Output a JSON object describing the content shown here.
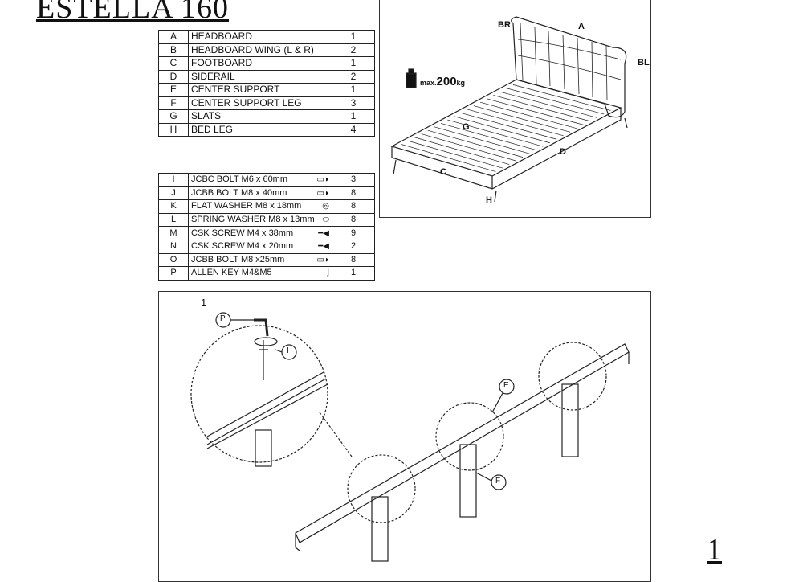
{
  "title": "ESTELLA 160",
  "page_number": "1",
  "parts": [
    {
      "key": "A",
      "name": "HEADBOARD",
      "qty": "1"
    },
    {
      "key": "B",
      "name": "HEADBOARD WING (L & R)",
      "qty": "2"
    },
    {
      "key": "C",
      "name": "FOOTBOARD",
      "qty": "1"
    },
    {
      "key": "D",
      "name": "SIDERAIL",
      "qty": "2"
    },
    {
      "key": "E",
      "name": "CENTER SUPPORT",
      "qty": "1"
    },
    {
      "key": "F",
      "name": "CENTER SUPPORT LEG",
      "qty": "3"
    },
    {
      "key": "G",
      "name": "SLATS",
      "qty": "1"
    },
    {
      "key": "H",
      "name": "BED LEG",
      "qty": "4"
    }
  ],
  "hardware": [
    {
      "key": "I",
      "name": "JCBC BOLT M6 x 60mm",
      "qty": "3",
      "icon": "bolt-icon"
    },
    {
      "key": "J",
      "name": "JCBB BOLT M8 x 40mm",
      "qty": "8",
      "icon": "bolt-icon"
    },
    {
      "key": "K",
      "name": "FLAT WASHER M8 x 18mm",
      "qty": "8",
      "icon": "washer-icon"
    },
    {
      "key": "L",
      "name": "SPRING WASHER M8 x 13mm",
      "qty": "8",
      "icon": "spring-washer-icon"
    },
    {
      "key": "M",
      "name": "CSK SCREW M4 x 38mm",
      "qty": "9",
      "icon": "screw-icon"
    },
    {
      "key": "N",
      "name": "CSK SCREW M4 x 20mm",
      "qty": "2",
      "icon": "screw-icon"
    },
    {
      "key": "O",
      "name": "JCBB BOLT M8 x25mm",
      "qty": "8",
      "icon": "bolt-icon"
    },
    {
      "key": "P",
      "name": "ALLEN KEY M4&M5",
      "qty": "1",
      "icon": "allen-key-icon"
    }
  ],
  "bed": {
    "labels": {
      "br": "BR",
      "a": "A",
      "bl": "BL",
      "g": "G",
      "d": "D",
      "c": "C",
      "h": "H"
    },
    "max_prefix": "max.",
    "max_value": "200",
    "max_unit": "kg"
  },
  "step": {
    "number": "1",
    "callouts": {
      "p": "P",
      "i": "I",
      "e": "E",
      "f": "F"
    }
  }
}
